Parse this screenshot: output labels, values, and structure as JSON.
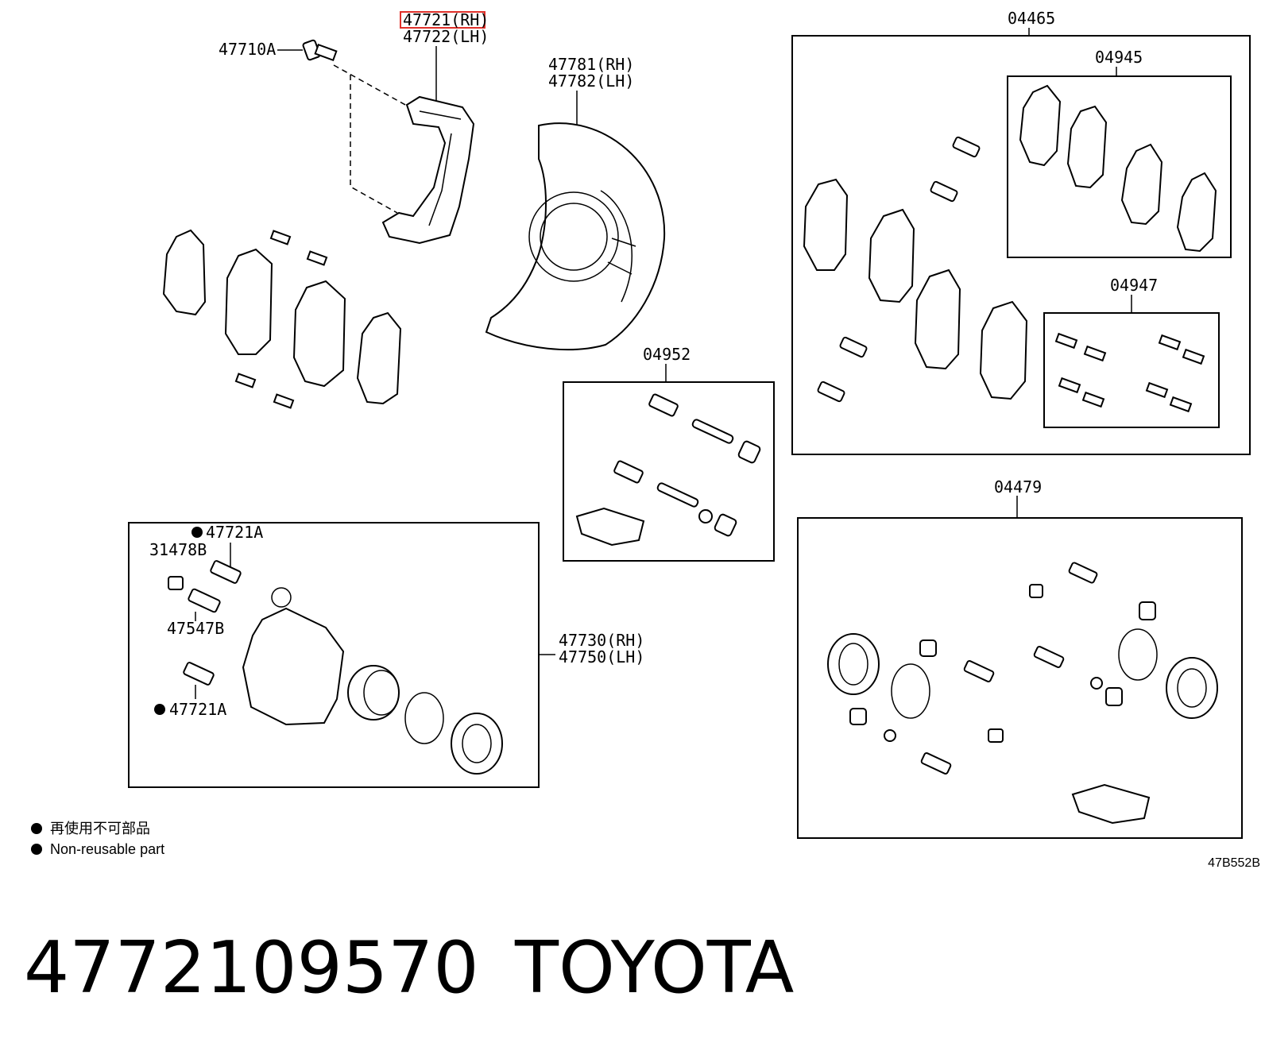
{
  "labels": {
    "p47721_rh": "47721(RH)",
    "p47722_lh": "47722(LH)",
    "p47710a": "47710A",
    "p47781_rh": "47781(RH)",
    "p47782_lh": "47782(LH)",
    "p04465": "04465",
    "p04945": "04945",
    "p04947": "04947",
    "p04952": "04952",
    "p04479": "04479",
    "p47721a_top": "47721A",
    "p31478b": "31478B",
    "p47547b": "47547B",
    "p47721a_bottom": "47721A",
    "p47730_rh": "47730(RH)",
    "p47750_lh": "47750(LH)"
  },
  "highlight_color": "#e0302a",
  "legend": {
    "jp": "再使用不可部品",
    "en": "Non-reusable part"
  },
  "diagram_code": "47B552B",
  "caption": {
    "part_number": "4772109570",
    "brand": "TOYOTA"
  }
}
